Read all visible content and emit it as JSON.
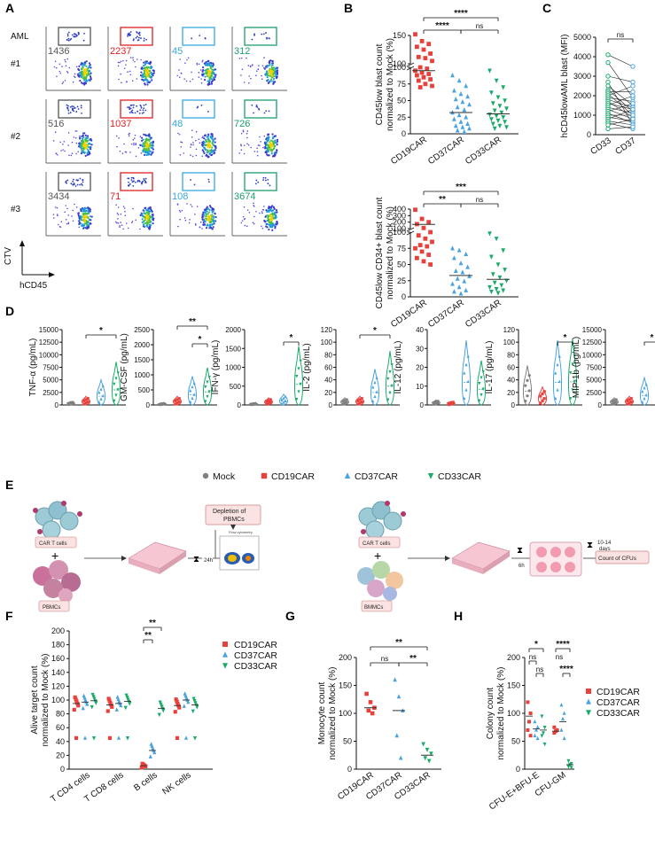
{
  "panels": [
    "A",
    "B",
    "C",
    "D",
    "E",
    "F",
    "G",
    "H"
  ],
  "colors": {
    "mock": "#808080",
    "cd19": "#e8413c",
    "cd37": "#4aa3df",
    "cd33": "#1aab6b",
    "gate_mock": "#555555",
    "gate_cd19": "#e02020",
    "gate_cd37": "#36a9e1",
    "gate_cd33": "#1b9e6b"
  },
  "panelA": {
    "title": "AML",
    "rows": [
      "#1",
      "#2",
      "#3"
    ],
    "y_axis": "CTV",
    "x_axis": "hCD45",
    "counts": [
      [
        "1436",
        "2237",
        "45",
        "312"
      ],
      [
        "516",
        "1037",
        "48",
        "726"
      ],
      [
        "3434",
        "71",
        "108",
        "3674"
      ]
    ]
  },
  "panelB": {
    "top_ylabel": [
      "CD45low blast count",
      "normalized to Mock (%)"
    ],
    "bottom_ylabel": [
      "CD45low CD34+ blast count",
      "normalized to Mock (%)"
    ],
    "categories": [
      "CD19CAR",
      "CD37CAR",
      "CD33CAR"
    ],
    "top_sig": [
      "****",
      "****",
      "ns"
    ],
    "bottom_sig": [
      "***",
      "**",
      "ns"
    ],
    "top_ticks_upper": [
      "150",
      "100"
    ],
    "top_ticks_lower": [
      "100",
      "75",
      "50",
      "25",
      "0"
    ],
    "bottom_ticks_upper": [
      "400",
      "300",
      "200",
      "100"
    ],
    "bottom_ticks_lower": [
      "100",
      "75",
      "50",
      "25",
      "0"
    ]
  },
  "panelC": {
    "ylabel": "hCD45lowAML blast (MFI)",
    "categories": [
      "CD33",
      "CD37"
    ],
    "ticks": [
      "5000",
      "4000",
      "3000",
      "2000",
      "1000",
      "0"
    ],
    "sig": "ns"
  },
  "panelD": {
    "cytokines": [
      {
        "ylabel": "TNF-α (pg/mL)",
        "ticks": [
          "15000",
          "12500",
          "10000",
          "7500",
          "5000",
          "2500",
          "0"
        ],
        "sig": [
          "*"
        ]
      },
      {
        "ylabel": "GM-CSF (pg/mL)",
        "ticks": [
          "2500",
          "2000",
          "1500",
          "1000",
          "500",
          "0"
        ],
        "sig": [
          "**",
          "*"
        ]
      },
      {
        "ylabel": "IFN-γ (pg/mL)",
        "ticks": [
          "2000",
          "1500",
          "1000",
          "500",
          "0"
        ],
        "sig": [
          "*"
        ]
      },
      {
        "ylabel": "IL-2 (pg/mL)",
        "ticks": [
          "120",
          "100",
          "80",
          "60",
          "40",
          "20",
          "0"
        ],
        "sig": [
          "*"
        ]
      },
      {
        "ylabel": "IL-12 (pg/mL)",
        "ticks": [
          "40",
          "30",
          "20",
          "10",
          "0"
        ],
        "sig": []
      },
      {
        "ylabel": "IL-17 (pg/mL)",
        "ticks": [
          "120",
          "100",
          "80",
          "60",
          "40",
          "20",
          "0"
        ],
        "sig": [
          "*"
        ]
      },
      {
        "ylabel": "MIP-1b (pg/mL)",
        "ticks": [
          "15000",
          "12500",
          "10000",
          "7500",
          "5000",
          "2500",
          "0"
        ],
        "sig": [
          "*"
        ]
      }
    ],
    "legend": [
      "Mock",
      "CD19CAR",
      "CD37CAR",
      "CD33CAR"
    ]
  },
  "panelE": {
    "left": {
      "car": "CAR T cells",
      "cells": "PBMCs",
      "time": "24h",
      "time2": "24h",
      "result": "Depletion of\nPBMCs",
      "flow": "Flow cytometry"
    },
    "right": {
      "car": "CAR T cells",
      "cells": "BMMCs",
      "time": "6h",
      "time2": "10-14\ndays",
      "result": "Count of CFUs"
    }
  },
  "panelF": {
    "ylabel": [
      "Alive target count",
      "normalized to Mock (%)"
    ],
    "categories": [
      "T CD4 cells",
      "T CD8 cells",
      "B cells",
      "NK cells"
    ],
    "ticks": [
      "200",
      "180",
      "160",
      "140",
      "120",
      "100",
      "80",
      "60",
      "40",
      "20",
      "0"
    ],
    "sig": [
      "**",
      "**"
    ],
    "legend": [
      "CD19CAR",
      "CD37CAR",
      "CD33CAR"
    ]
  },
  "panelG": {
    "ylabel": [
      "Monocyte count",
      "normalized to Mock (%)"
    ],
    "categories": [
      "CD19CAR",
      "CD37CAR",
      "CD33CAR"
    ],
    "ticks": [
      "200",
      "150",
      "100",
      "50",
      "0"
    ],
    "sig": [
      "ns",
      "**",
      "**"
    ]
  },
  "panelH": {
    "ylabel": [
      "Colony count",
      "normalized to Mock (%)"
    ],
    "categories": [
      "CFU-E+BFU-E",
      "CFU-GM"
    ],
    "ticks": [
      "200",
      "150",
      "100",
      "50",
      "0"
    ],
    "sig": [
      "*",
      "ns",
      "ns",
      "****",
      "****"
    ],
    "legend": [
      "CD19CAR",
      "CD37CAR",
      "CD33CAR"
    ]
  },
  "chart_data": [
    {
      "type": "scatter",
      "title": "",
      "ylabel": "CD45low blast count normalized to Mock (%)",
      "categories": [
        "CD19CAR",
        "CD37CAR",
        "CD33CAR"
      ],
      "series": [
        {
          "name": "CD19CAR",
          "values": [
            152,
            140,
            135,
            130,
            125,
            118,
            112,
            110,
            105,
            100,
            98,
            95,
            92,
            90,
            88,
            85,
            82,
            80,
            75,
            72,
            70
          ],
          "median": 95
        },
        {
          "name": "CD37CAR",
          "values": [
            88,
            80,
            72,
            65,
            60,
            56,
            52,
            48,
            44,
            40,
            36,
            32,
            28,
            25,
            22,
            18,
            15,
            12,
            10,
            8,
            5,
            3
          ],
          "median": 32
        },
        {
          "name": "CD33CAR",
          "values": [
            95,
            80,
            70,
            62,
            55,
            50,
            46,
            42,
            38,
            35,
            32,
            29,
            27,
            25,
            22,
            20,
            18,
            15,
            12,
            10,
            8
          ],
          "median": 30
        }
      ]
    },
    {
      "type": "scatter",
      "title": "",
      "ylabel": "CD45low CD34+ blast count normalized to Mock (%)",
      "categories": [
        "CD19CAR",
        "CD37CAR",
        "CD33CAR"
      ],
      "series": [
        {
          "name": "CD19CAR",
          "values": [
            390,
            250,
            200,
            170,
            110,
            100,
            95,
            90,
            85,
            80,
            78,
            75,
            70,
            65,
            60,
            55,
            50
          ],
          "median": 165
        },
        {
          "name": "CD37CAR",
          "values": [
            75,
            72,
            66,
            60,
            52,
            46,
            40,
            38,
            32,
            28,
            24,
            20,
            15,
            10,
            8,
            5
          ],
          "median": 33
        },
        {
          "name": "CD33CAR",
          "values": [
            98,
            90,
            72,
            62,
            50,
            42,
            35,
            30,
            25,
            22,
            18,
            15,
            12,
            10,
            8,
            6
          ],
          "median": 27
        }
      ]
    },
    {
      "type": "line",
      "title": "",
      "ylabel": "hCD45lowAML blast (MFI)",
      "categories": [
        "CD33",
        "CD37"
      ],
      "pairs": [
        [
          4100,
          3500
        ],
        [
          3700,
          1900
        ],
        [
          3000,
          2700
        ],
        [
          2700,
          500
        ],
        [
          2500,
          1500
        ],
        [
          2300,
          1200
        ],
        [
          2200,
          2200
        ],
        [
          2100,
          1000
        ],
        [
          2000,
          2500
        ],
        [
          1900,
          1700
        ],
        [
          1800,
          1400
        ],
        [
          1700,
          900
        ],
        [
          1600,
          1300
        ],
        [
          1500,
          2000
        ],
        [
          1400,
          1100
        ],
        [
          1300,
          800
        ],
        [
          1200,
          1600
        ],
        [
          1100,
          600
        ],
        [
          1000,
          1000
        ],
        [
          900,
          700
        ],
        [
          800,
          1300
        ],
        [
          700,
          500
        ],
        [
          600,
          300
        ],
        [
          500,
          800
        ],
        [
          300,
          400
        ]
      ]
    },
    {
      "type": "bar",
      "title": "",
      "ylabel": "Alive target count normalized to Mock (%)",
      "categories": [
        "T CD4 cells",
        "T CD8 cells",
        "B cells",
        "NK cells"
      ],
      "series": [
        {
          "name": "CD19CAR",
          "values": [
            95,
            93,
            5,
            92
          ]
        },
        {
          "name": "CD37CAR",
          "values": [
            97,
            95,
            27,
            100
          ]
        },
        {
          "name": "CD33CAR",
          "values": [
            99,
            98,
            88,
            93
          ]
        }
      ]
    },
    {
      "type": "scatter",
      "title": "",
      "ylabel": "Monocyte count normalized to Mock (%)",
      "categories": [
        "CD19CAR",
        "CD37CAR",
        "CD33CAR"
      ],
      "series": [
        {
          "name": "CD19CAR",
          "values": [
            135,
            120,
            110,
            105,
            100
          ],
          "median": 110
        },
        {
          "name": "CD37CAR",
          "values": [
            160,
            130,
            105,
            60,
            20
          ],
          "median": 105
        },
        {
          "name": "CD33CAR",
          "values": [
            45,
            35,
            28,
            20,
            15
          ],
          "median": 25
        }
      ]
    },
    {
      "type": "scatter",
      "title": "",
      "ylabel": "Colony count normalized to Mock (%)",
      "categories": [
        "CFU-E+BFU-E",
        "CFU-GM"
      ],
      "series": [
        {
          "name": "CD19CAR",
          "values": [
            [
              120,
              100,
              85,
              70,
              60
            ],
            [
              75,
              70,
              68,
              65
            ]
          ],
          "median": [
            95,
            68
          ]
        },
        {
          "name": "CD37CAR",
          "values": [
            [
              85,
              75,
              70,
              60,
              55
            ],
            [
              115,
              100,
              90,
              70,
              55
            ]
          ],
          "median": [
            72,
            85
          ]
        },
        {
          "name": "CD33CAR",
          "values": [
            [
              95,
              75,
              65,
              60,
              45
            ],
            [
              15,
              10,
              8,
              5,
              3
            ]
          ],
          "median": [
            70,
            8
          ]
        }
      ]
    }
  ]
}
